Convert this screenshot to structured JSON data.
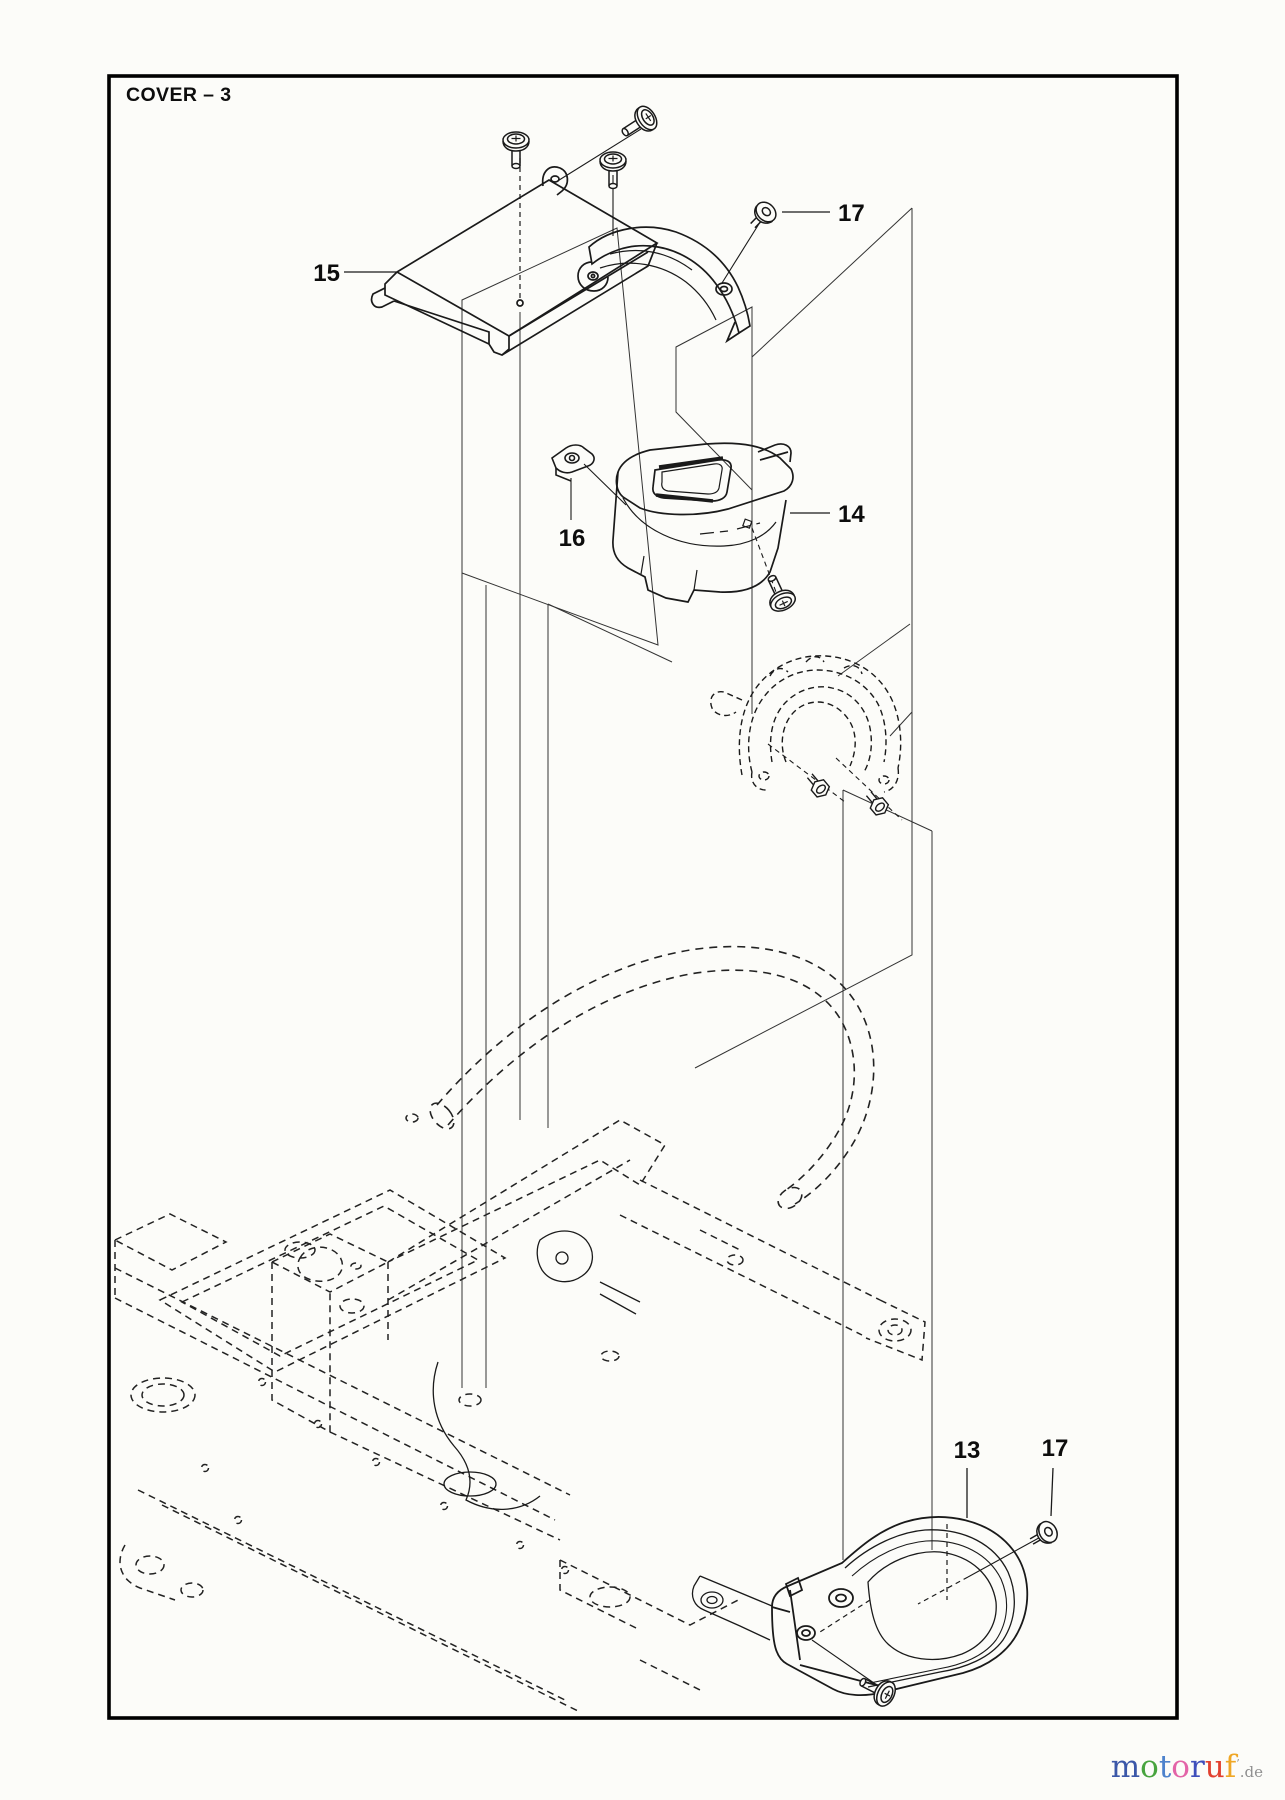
{
  "page": {
    "title": "COVER – 3"
  },
  "callouts": {
    "p15": "15",
    "p17_top": "17",
    "p14": "14",
    "p16": "16",
    "p13": "13",
    "p17_bottom": "17"
  },
  "watermark": {
    "letters": [
      {
        "ch": "m",
        "color": "#3b57a8"
      },
      {
        "ch": "o",
        "color": "#48a43f"
      },
      {
        "ch": "t",
        "color": "#4d82cc"
      },
      {
        "ch": "o",
        "color": "#e364a8"
      },
      {
        "ch": "r",
        "color": "#3f4fbb"
      },
      {
        "ch": "u",
        "color": "#e2402f"
      },
      {
        "ch": "f",
        "color": "#efa726"
      }
    ],
    "mark": "’",
    "suffix": ".de",
    "suffix_color": "#909090"
  }
}
